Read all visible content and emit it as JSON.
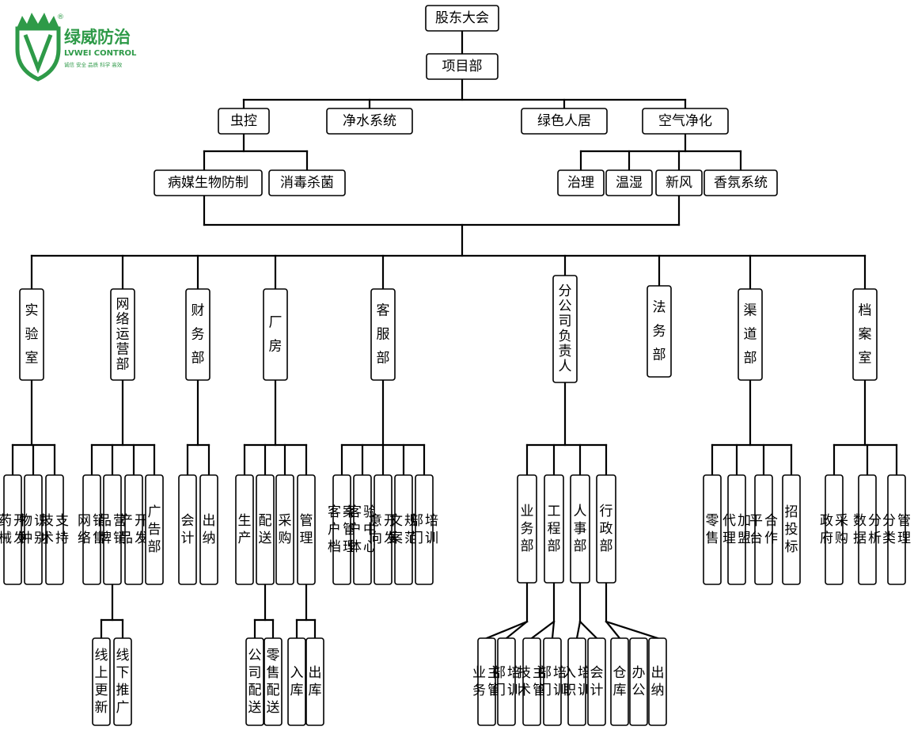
{
  "logo": {
    "name": "绿威防治",
    "english": "LVWEI CONTROL",
    "slogan": "诚信 安全 品质 科学 高效",
    "registered_mark": "®",
    "brand_color": "#2e9a48"
  },
  "org": {
    "root": "股东大会",
    "project_dept": "项目部",
    "project_lines": [
      {
        "label": "虫控",
        "subs": [
          "病媒生物防制",
          "消毒杀菌"
        ]
      },
      {
        "label": "净水系统",
        "subs": []
      },
      {
        "label": "绿色人居",
        "subs": []
      },
      {
        "label": "空气净化",
        "subs": [
          "治理",
          "温湿",
          "新风",
          "香氛系统"
        ]
      }
    ],
    "departments": [
      {
        "label": "实验室",
        "children": [
          {
            "label": "药械开发"
          },
          {
            "label": "物种识别"
          },
          {
            "label": "技术支持"
          }
        ]
      },
      {
        "label": "网络运营部",
        "children": [
          {
            "label": "网络销售"
          },
          {
            "label": "品牌营销",
            "children": [
              {
                "label": "线上更新"
              },
              {
                "label": "线下推广"
              }
            ]
          },
          {
            "label": "产品开发"
          },
          {
            "label": "广告部"
          }
        ]
      },
      {
        "label": "财务部",
        "children": [
          {
            "label": "会计"
          },
          {
            "label": "出纳"
          }
        ]
      },
      {
        "label": "厂房",
        "children": [
          {
            "label": "生产"
          },
          {
            "label": "配送",
            "children": [
              {
                "label": "公司配送"
              },
              {
                "label": "零售配送"
              }
            ]
          },
          {
            "label": "采购"
          },
          {
            "label": "管理",
            "children": [
              {
                "label": "入库"
              },
              {
                "label": "出库"
              }
            ]
          }
        ]
      },
      {
        "label": "客服部",
        "children": [
          {
            "label": "客户档案管理"
          },
          {
            "label": "客户体验中心"
          },
          {
            "label": "意向开发"
          },
          {
            "label": "文案规范"
          },
          {
            "label": "部门培训"
          }
        ]
      },
      {
        "label": "分公司负责人",
        "children": [
          {
            "label": "业务部",
            "children": [
              {
                "label": "业务主管"
              },
              {
                "label": "部门培训"
              }
            ]
          },
          {
            "label": "工程部",
            "children": [
              {
                "label": "技术主管"
              },
              {
                "label": "部门培训"
              }
            ]
          },
          {
            "label": "人事部",
            "children": [
              {
                "label": "入职培训"
              },
              {
                "label": "会计"
              }
            ]
          },
          {
            "label": "行政部",
            "children": [
              {
                "label": "仓库"
              },
              {
                "label": "办公"
              },
              {
                "label": "出纳"
              }
            ]
          }
        ]
      },
      {
        "label": "法务部",
        "children": []
      },
      {
        "label": "渠道部",
        "children": [
          {
            "label": "零售"
          },
          {
            "label": "代理加盟"
          },
          {
            "label": "平台合作"
          },
          {
            "label": "招投标"
          }
        ]
      },
      {
        "label": "档案室",
        "children": [
          {
            "label": "政府采购"
          },
          {
            "label": "数据分析"
          },
          {
            "label": "分类管理"
          }
        ]
      }
    ]
  }
}
